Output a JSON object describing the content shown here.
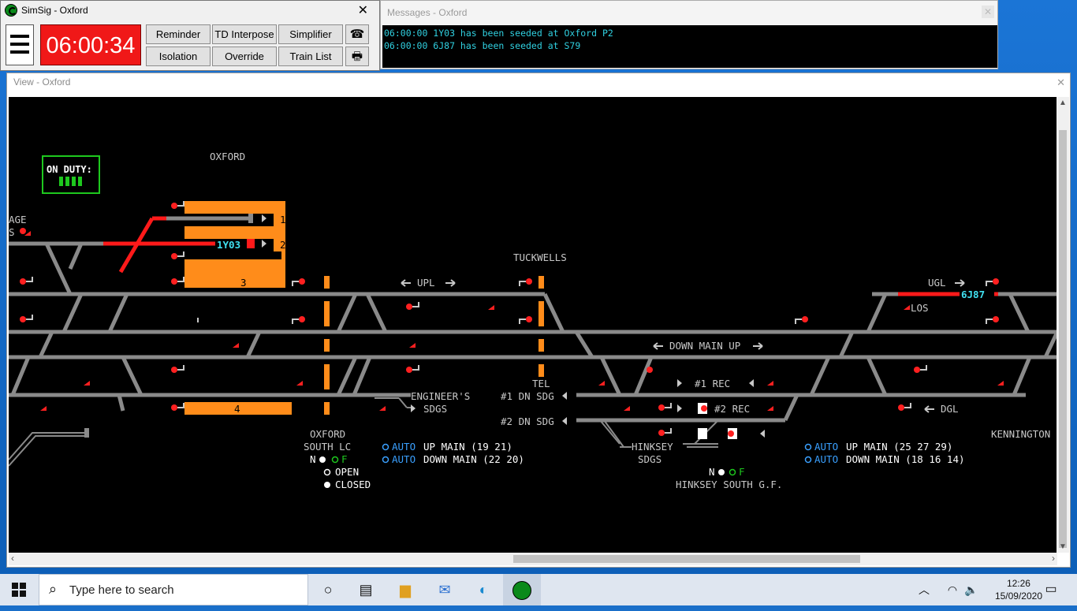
{
  "main_window": {
    "title": "SimSig - Oxford",
    "clock": "06:00:34",
    "buttons": {
      "reminder": "Reminder",
      "td_interpose": "TD Interpose",
      "simplifier": "Simplifier",
      "isolation": "Isolation",
      "override": "Override",
      "train_list": "Train List"
    },
    "close": "✕",
    "phone_icon": "☎",
    "printer_icon": "🖶"
  },
  "messages_window": {
    "title": "Messages - Oxford",
    "lines": [
      "06:00:00 1Y03 has been seeded at Oxford P2",
      "06:00:00 6J87 has been seeded at S79"
    ]
  },
  "view_window": {
    "title": "View - Oxford",
    "close": "✕"
  },
  "panel": {
    "on_duty_label": "ON DUTY:",
    "station_oxford": "OXFORD",
    "station_tuckwells": "TUCKWELLS",
    "station_kennington": "KENNINGTON",
    "age_label": "AGE",
    "s_label": "S",
    "platforms": [
      "1",
      "2",
      "3",
      "4"
    ],
    "headcodes": {
      "oxford_p2": "1Y03",
      "ugl": "6J87"
    },
    "track_labels": {
      "upl": "UPL",
      "down_main_up": "DOWN MAIN UP",
      "ugl": "UGL",
      "los": "LOS",
      "tel": "TEL",
      "rec1": "#1 REC",
      "rec2": "#2 REC",
      "dgl": "DGL",
      "engineers_1": "ENGINEER'S",
      "engineers_2": "SDGS",
      "dn_sdg1": "#1 DN SDG",
      "dn_sdg2": "#2 DN SDG",
      "hinksey_1": "HINKSEY",
      "hinksey_2": "SDGS"
    },
    "oxford_south_lc": {
      "line1": "OXFORD",
      "line2": "SOUTH LC",
      "n": "N",
      "f": "F",
      "open": "OPEN",
      "closed": "CLOSED"
    },
    "auto_left": {
      "auto": "AUTO",
      "up_main": "UP MAIN (19 21)",
      "down_main": "DOWN MAIN (22 20)"
    },
    "auto_right": {
      "auto": "AUTO",
      "up_main": "UP MAIN (25 27 29)",
      "down_main": "DOWN MAIN (18 16 14)"
    },
    "hinksey_gf": {
      "n": "N",
      "f": "F",
      "label": "HINKSEY SOUTH G.F."
    },
    "colors": {
      "track": "#8a8a8a",
      "route": "#ff1a1a",
      "platform": "#ff8c1a",
      "text": "#c8c8c8",
      "headcode": "#40e0f0",
      "auto": "#3aa0ff",
      "on_duty": "#1ec81e"
    }
  },
  "taskbar": {
    "search_placeholder": "Type here to search",
    "time": "12:26",
    "date": "15/09/2020"
  }
}
